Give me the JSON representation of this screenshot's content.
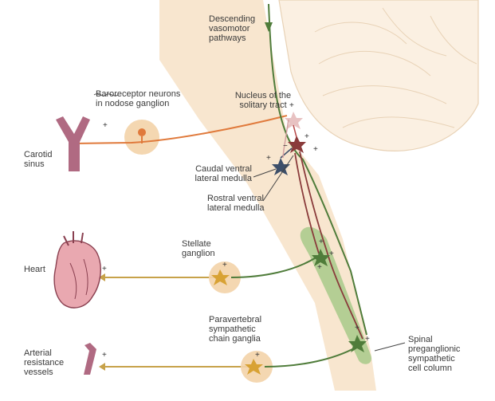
{
  "labels": {
    "descending": "Descending\nvasomotor\npathways",
    "baroreceptor": "Baroreceptor neurons\nin nodose ganglion",
    "nts": "Nucleus of the\nsolitary tract",
    "carotid": "Carotid\nsinus",
    "cvlm": "Caudal ventral\nlateral medulla",
    "rvlm": "Rostral ventral\nlateral medulla",
    "stellate": "Stellate\nganglion",
    "heart": "Heart",
    "paravertebral": "Paravertebral\nsympathetic\nchain ganglia",
    "arterial": "Arterial\nresistance\nvessels",
    "spinal": "Spinal\npreganglionic\nsympathetic\ncell column"
  },
  "signs": {
    "plus": "+",
    "minus": "−"
  },
  "colors": {
    "afferent": "#e07a3c",
    "sympathetic": "#4f7c3a",
    "rvlm_path": "#8a3b3b",
    "postganglionic": "#c7a24a",
    "tissue": "#f8e6cf",
    "vessel": "#b06a82"
  }
}
